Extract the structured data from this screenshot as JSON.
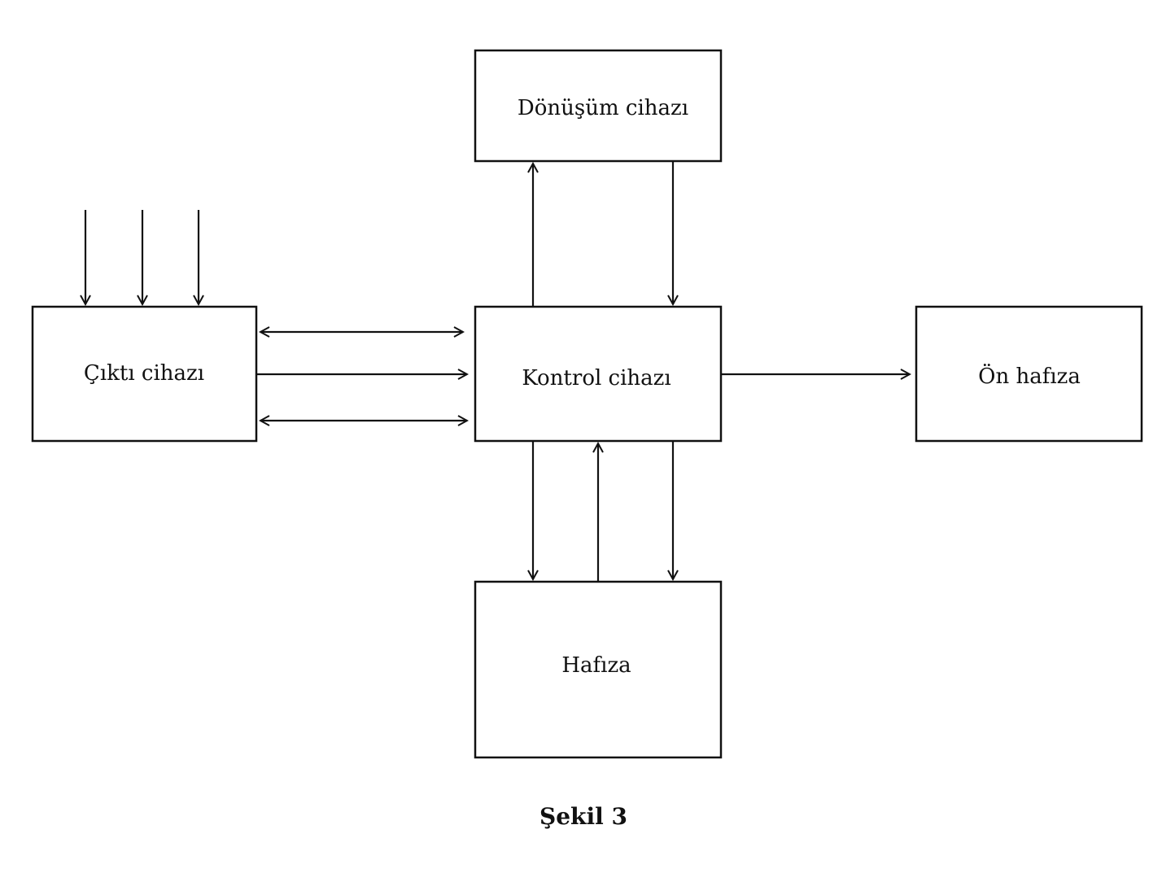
{
  "nodes": {
    "donusum": {
      "label": "Dönüşüm cihazı"
    },
    "cikti": {
      "label": "Çıktı cihazı"
    },
    "kontrol": {
      "label": "Kontrol cihazı"
    },
    "on_hafiza": {
      "label": "Ön hafıza"
    },
    "hafiza": {
      "label": "Hafıza"
    }
  },
  "caption": "Şekil 3",
  "edges": [
    {
      "from": "kontrol",
      "to": "donusum"
    },
    {
      "from": "donusum",
      "to": "kontrol"
    },
    {
      "from": "input",
      "to": "cikti"
    },
    {
      "from": "input",
      "to": "cikti"
    },
    {
      "from": "input",
      "to": "cikti"
    },
    {
      "from": "cikti",
      "to": "kontrol",
      "bidirectional": true
    },
    {
      "from": "cikti",
      "to": "kontrol"
    },
    {
      "from": "cikti",
      "to": "kontrol",
      "bidirectional": true
    },
    {
      "from": "kontrol",
      "to": "on_hafiza"
    },
    {
      "from": "kontrol",
      "to": "hafiza"
    },
    {
      "from": "hafiza",
      "to": "kontrol"
    },
    {
      "from": "kontrol",
      "to": "hafiza"
    }
  ]
}
